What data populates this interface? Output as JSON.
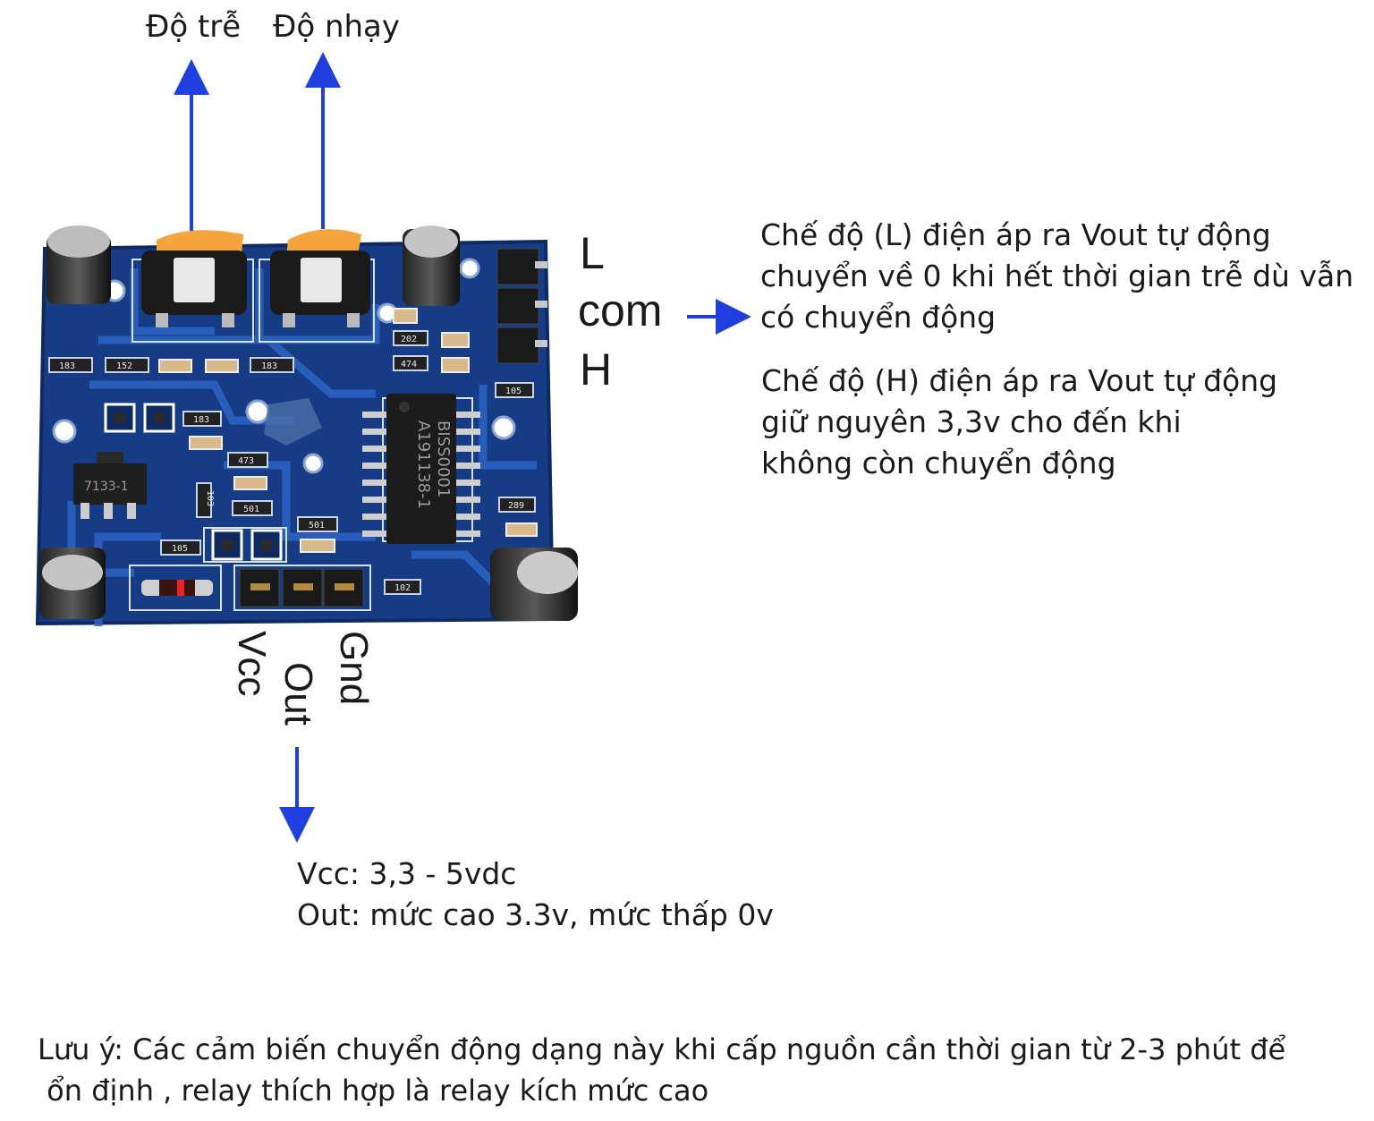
{
  "labels": {
    "delay": "Độ trễ",
    "sensitivity": "Độ nhạy",
    "pin_l": "L",
    "pin_com": "com",
    "pin_h": "H",
    "pin_vcc": "Vcc",
    "pin_out": "Out",
    "pin_gnd": "Gnd"
  },
  "descriptions": {
    "mode_l": [
      "Chế độ (L) điện áp ra Vout tự động",
      "chuyển về 0 khi hết thời gian trễ dù vẫn",
      "có chuyển động"
    ],
    "mode_h": [
      "Chế độ (H) điện áp ra Vout tự động",
      "giữ nguyên 3,3v cho đến khi",
      "không còn chuyển động"
    ],
    "specs": [
      "Vcc: 3,3 - 5vdc",
      "Out: mức cao 3.3v, mức thấp 0v"
    ]
  },
  "note": [
    "Lưu ý: Các cảm biến chuyển động dạng này khi cấp nguồn cần thời gian từ 2-3 phút để",
    " ổn định , relay thích hợp là relay kích mức cao"
  ],
  "board_markings": {
    "chip_line1": "BISS0001",
    "chip_line2": "A191138-1",
    "regulator": "7133-1",
    "resistors": [
      "183",
      "152",
      "183",
      "202",
      "474",
      "105",
      "183",
      "473",
      "103",
      "501",
      "501",
      "289",
      "105",
      "102"
    ]
  },
  "colors": {
    "arrow": "#1f3fe0",
    "board": "#163c86",
    "trace": "#2c64c4",
    "potentiometer": "#f3a43a"
  }
}
